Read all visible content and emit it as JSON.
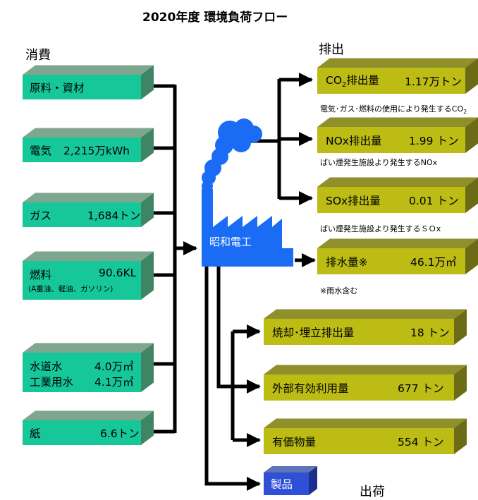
{
  "title": "2020年度 環境負荷フロー",
  "consumption_heading": "消費",
  "emission_heading": "排出",
  "shipping_label": "出荷",
  "factory_label": "昭和電工",
  "inputs": {
    "raw": {
      "label": "原料・資材"
    },
    "electricity": {
      "label": "電気",
      "value": "2,215万kWh"
    },
    "gas": {
      "label": "ガス",
      "value": "1,684トン"
    },
    "fuel": {
      "label": "燃料",
      "value": "90.6KL",
      "sub": "(A重油、軽油、ガソリン)"
    },
    "water": {
      "label1": "水道水",
      "value1": "4.0万㎥",
      "label2": "工業用水",
      "value2": "4.1万㎥"
    },
    "paper": {
      "label": "紙",
      "value": "6.6トン"
    }
  },
  "emissions": {
    "co2": {
      "label_pre": "CO",
      "label_sub": "2",
      "label_post": "排出量",
      "value": "1.17万トン",
      "note_pre": "電気･ガス･燃料の使用により発生するCO",
      "note_sub": "2"
    },
    "nox": {
      "label": "NOx排出量",
      "value": "1.99 トン",
      "note": "ばい煙発生施設より発生するNOx"
    },
    "sox": {
      "label": "SOx排出量",
      "value": "0.01 トン",
      "note": "ばい煙発生施設より発生するＳＯx"
    },
    "water": {
      "label": "排水量※",
      "value": "46.1万㎥",
      "note": "※雨水含む"
    }
  },
  "waste": {
    "incineration": {
      "label": "焼却･埋立排出量",
      "value": "18 トン"
    },
    "external": {
      "label": "外部有効利用量",
      "value": "677 トン"
    },
    "valuable": {
      "label": "有価物量",
      "value": "554 トン"
    }
  },
  "product": {
    "label": "製品"
  },
  "colors": {
    "input_face": "#16c79a",
    "input_top": "#7fa68f",
    "input_side": "#3f8465",
    "output_face": "#bcbc14",
    "output_top": "#8f8f2c",
    "output_side": "#6c6c17",
    "product_face": "#2e4fd6",
    "product_top": "#5d74b9",
    "product_side": "#1d2f8c",
    "factory": "#1a6cf5",
    "smoke": "#1a6cf5",
    "arrow": "#000000"
  }
}
